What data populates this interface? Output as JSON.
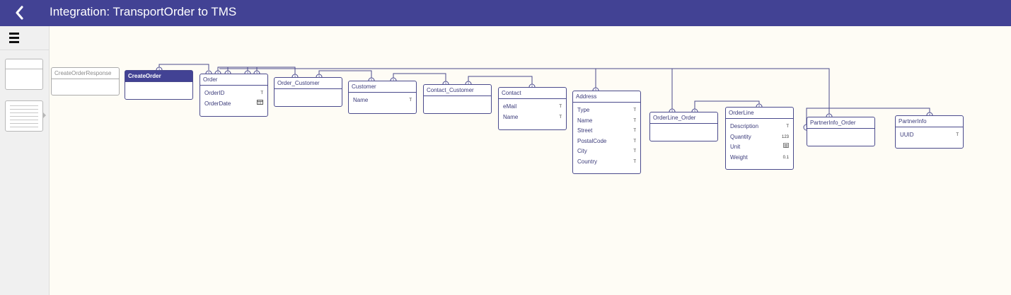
{
  "header": {
    "title": "Integration: TransportOrder to TMS",
    "back_icon": "chevron-left-icon",
    "background": "#424294"
  },
  "sidebar": {
    "menu_icon": "hamburger-icon"
  },
  "canvas": {
    "background": "#fefcf5",
    "link_color": "#4a4a8c"
  },
  "entities": {
    "create_order_response": {
      "title": "CreateOrderResponse"
    },
    "create_order": {
      "title": "CreateOrder"
    },
    "order": {
      "title": "Order",
      "fields": [
        {
          "name": "OrderID",
          "type": "T"
        },
        {
          "name": "OrderDate",
          "type": "calendar-icon"
        }
      ]
    },
    "order_customer": {
      "title": "Order_Customer"
    },
    "customer": {
      "title": "Customer",
      "fields": [
        {
          "name": "Name",
          "type": "T"
        }
      ]
    },
    "contact_customer": {
      "title": "Contact_Customer"
    },
    "contact": {
      "title": "Contact",
      "fields": [
        {
          "name": "eMail",
          "type": "T"
        },
        {
          "name": "Name",
          "type": "T"
        }
      ]
    },
    "address": {
      "title": "Address",
      "fields": [
        {
          "name": "Type",
          "type": "T"
        },
        {
          "name": "Name",
          "type": "T"
        },
        {
          "name": "Street",
          "type": "T"
        },
        {
          "name": "PostalCode",
          "type": "T"
        },
        {
          "name": "City",
          "type": "T"
        },
        {
          "name": "Country",
          "type": "T"
        }
      ]
    },
    "orderline_order": {
      "title": "OrderLine_Order"
    },
    "orderline": {
      "title": "OrderLine",
      "fields": [
        {
          "name": "Description",
          "type": "T"
        },
        {
          "name": "Quantity",
          "type": "123"
        },
        {
          "name": "Unit",
          "type": "list-icon"
        },
        {
          "name": "Weight",
          "type": "0.1"
        }
      ]
    },
    "partnerinfo_order": {
      "title": "PartnerInfo_Order"
    },
    "partnerinfo": {
      "title": "PartnerInfo",
      "fields": [
        {
          "name": "UUID",
          "type": "T"
        }
      ]
    }
  }
}
